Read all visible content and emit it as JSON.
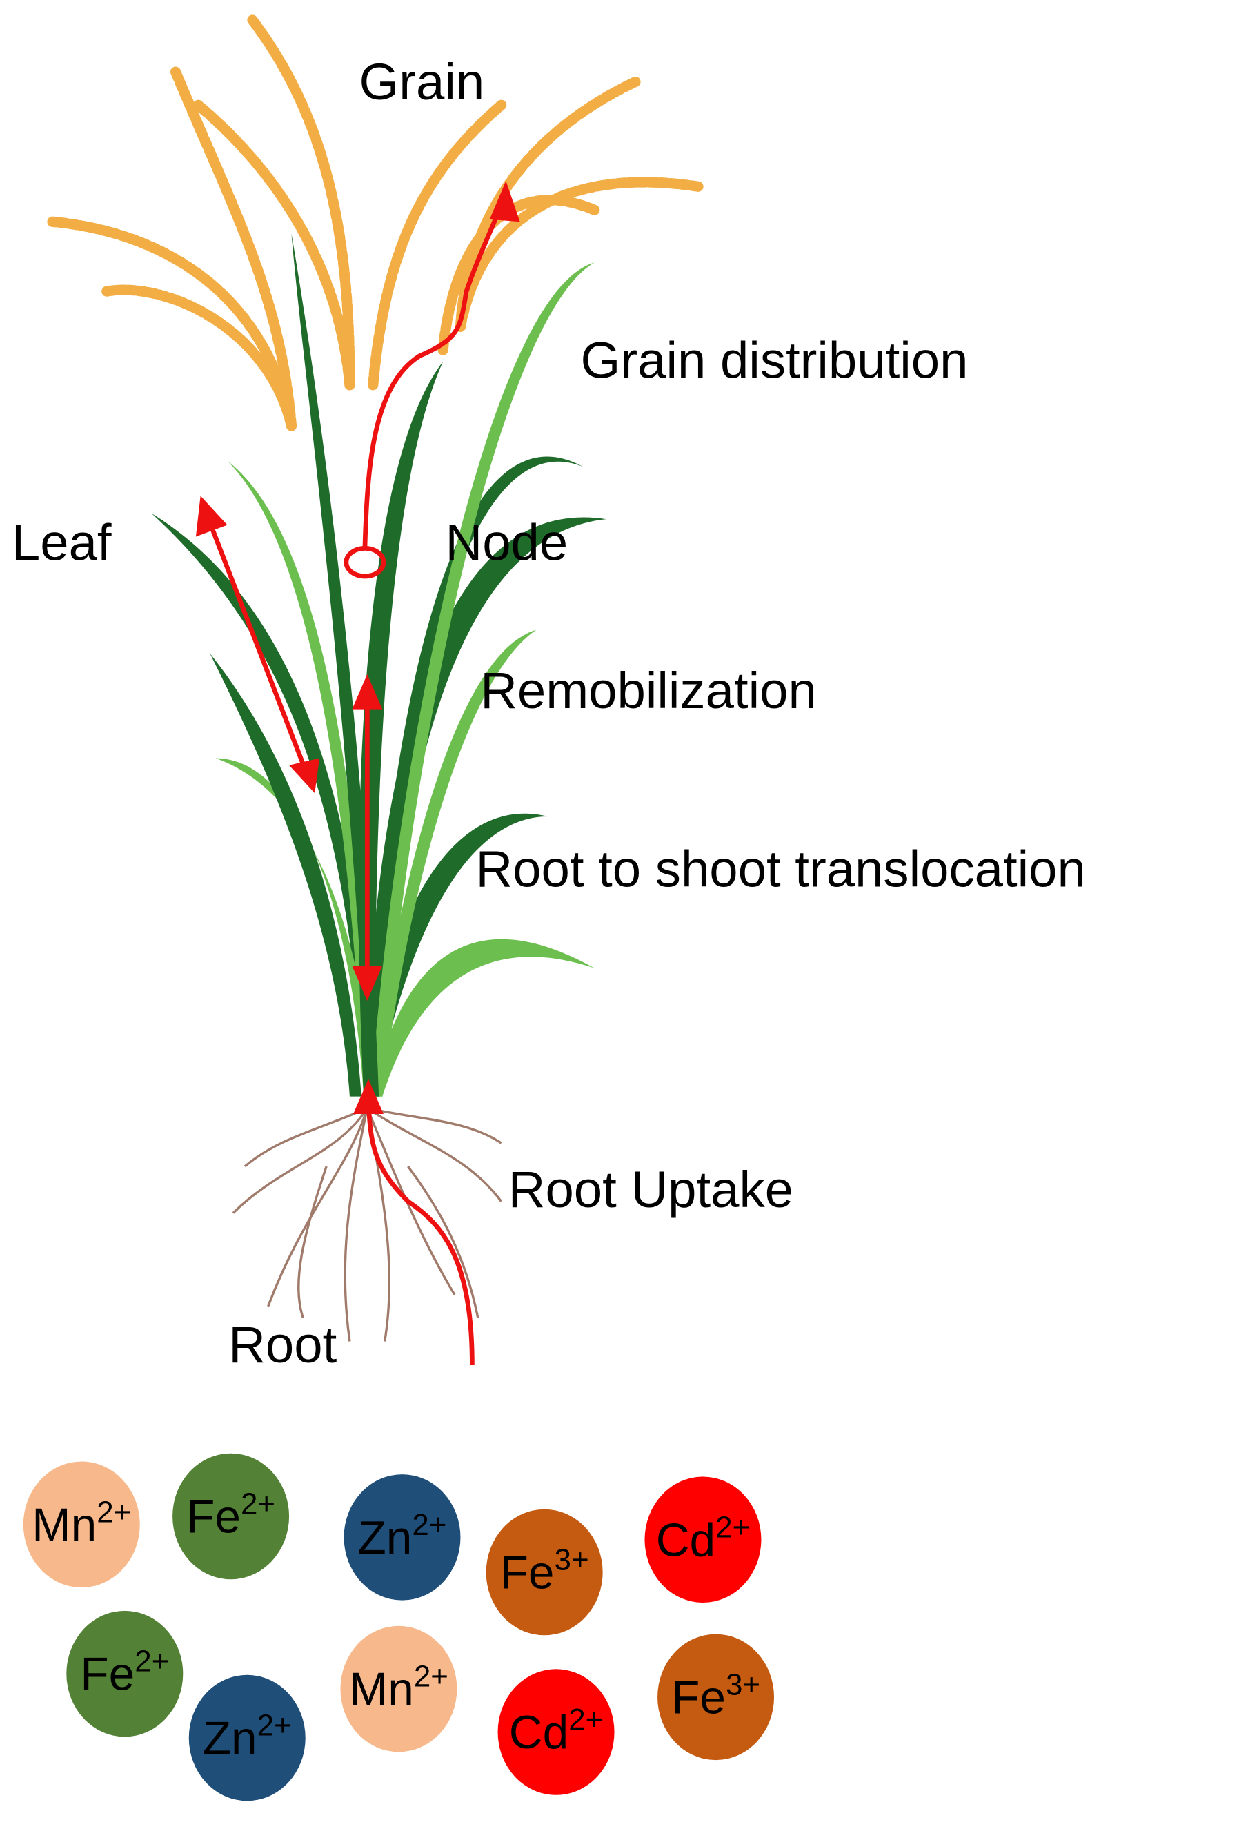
{
  "labels": {
    "grain": "Grain",
    "grain_distribution": "Grain distribution",
    "leaf": "Leaf",
    "node": "Node",
    "remobilization": "Remobilization",
    "root_to_shoot": "Root to shoot translocation",
    "root_uptake": "Root Uptake",
    "root": "Root"
  },
  "ions": [
    {
      "symbol": "Mn",
      "charge": "2+",
      "color": "#f7b98b"
    },
    {
      "symbol": "Fe",
      "charge": "2+",
      "color": "#538135"
    },
    {
      "symbol": "Zn",
      "charge": "2+",
      "color": "#1f4e79"
    },
    {
      "symbol": "Fe",
      "charge": "3+",
      "color": "#c55a11"
    },
    {
      "symbol": "Cd",
      "charge": "2+",
      "color": "#ff0000"
    },
    {
      "symbol": "Fe",
      "charge": "2+",
      "color": "#538135"
    },
    {
      "symbol": "Zn",
      "charge": "2+",
      "color": "#1f4e79"
    },
    {
      "symbol": "Mn",
      "charge": "2+",
      "color": "#f7b98b"
    },
    {
      "symbol": "Cd",
      "charge": "2+",
      "color": "#ff0000"
    },
    {
      "symbol": "Fe",
      "charge": "3+",
      "color": "#c55a11"
    }
  ],
  "colors": {
    "arrow": "#ee1111",
    "panicle": "#f2ae45",
    "leaf_dark": "#1e6b2a",
    "leaf_light": "#6cbf4f",
    "root": "#a07a6a"
  }
}
